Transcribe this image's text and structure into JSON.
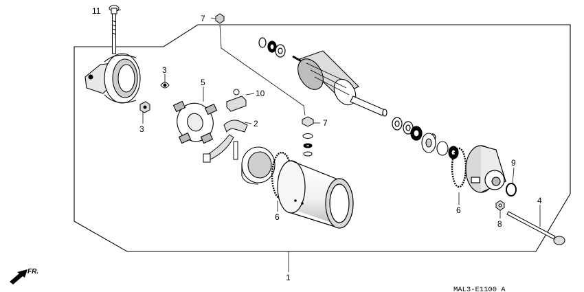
{
  "callouts": {
    "c1": "1",
    "c2": "2",
    "c3a": "3",
    "c3b": "3",
    "c4": "4",
    "c5": "5",
    "c6a": "6",
    "c6b": "6",
    "c7a": "7",
    "c7b": "7",
    "c8": "8",
    "c9": "9",
    "c10": "10",
    "c11": "11"
  },
  "front_marker": "FR.",
  "reference_code": "MAL3-E1100 A",
  "icons": {
    "front_arrow": "front-direction-arrow-icon"
  }
}
